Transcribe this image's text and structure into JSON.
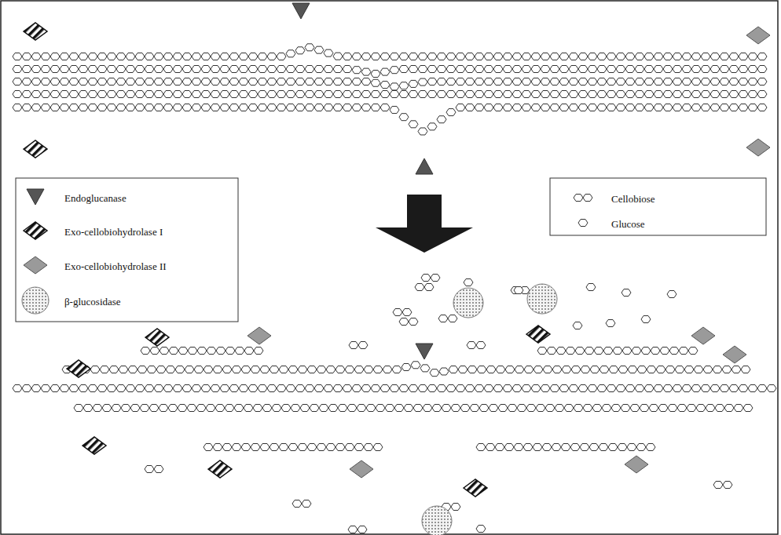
{
  "diagram": {
    "legend": [
      {
        "text": "Endoglucanase"
      },
      {
        "text": "Exo-cellobiohydrolase I"
      },
      {
        "text": "Exo-cellobiohydrolase II"
      },
      {
        "text": "β-glucosidase"
      },
      {
        "text": "Cellobiose"
      },
      {
        "text": "Glucose"
      }
    ]
  }
}
